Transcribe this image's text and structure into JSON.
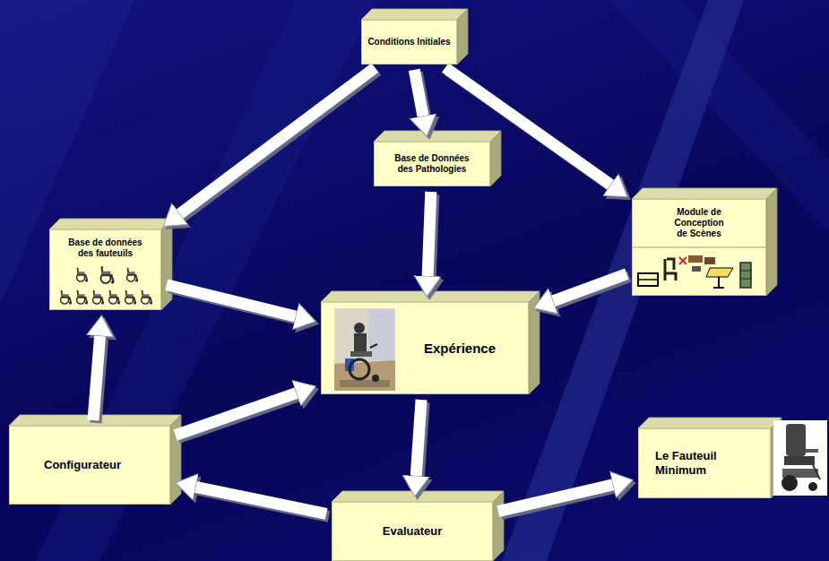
{
  "diagram": {
    "nodes": [
      {
        "text": [
          "Conditions Initiales"
        ]
      },
      {
        "text": [
          "Base de Données des Pathologies"
        ]
      },
      {
        "text": [
          "Base de données des fauteuils"
        ]
      },
      {
        "text": [
          "Module de Conception de Scènes"
        ]
      },
      {
        "text": [
          "Expérience"
        ]
      },
      {
        "text": [
          "Configurateur"
        ]
      },
      {
        "text": [
          "Le Fauteuil Minimum"
        ]
      },
      {
        "text": [
          "Evaluateur"
        ]
      }
    ],
    "edges": [
      {
        "from": 0,
        "to": 1,
        "arrow": "to"
      },
      {
        "from": 0,
        "to": 2,
        "arrow": "to"
      },
      {
        "from": 0,
        "to": 3,
        "arrow": "to"
      },
      {
        "from": 1,
        "to": 4,
        "arrow": "to"
      },
      {
        "from": 2,
        "to": 4,
        "arrow": "to"
      },
      {
        "from": 3,
        "to": 4,
        "arrow": "to"
      },
      {
        "from": 5,
        "to": 2,
        "arrow": "to"
      },
      {
        "from": 5,
        "to": 4,
        "arrow": "to"
      },
      {
        "from": 4,
        "to": 7,
        "arrow": "to"
      },
      {
        "from": 7,
        "to": 5,
        "arrow": "to"
      },
      {
        "from": 7,
        "to": 6,
        "arrow": "to"
      }
    ]
  }
}
